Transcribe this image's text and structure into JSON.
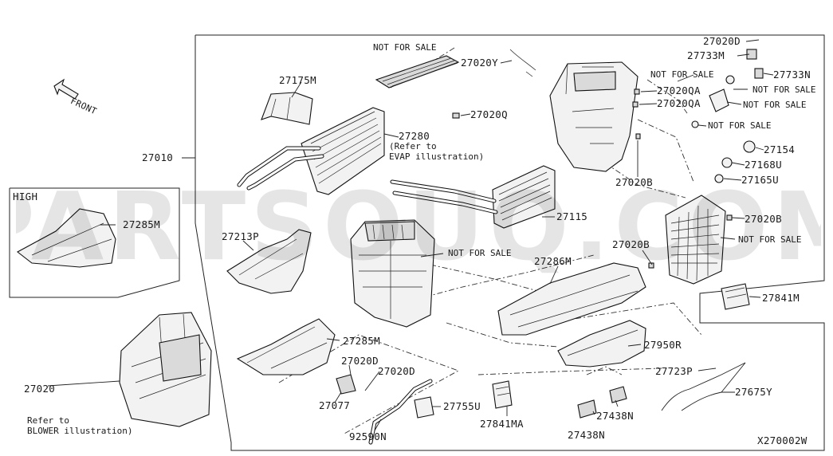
{
  "diagram": {
    "code": "X270002W",
    "front_label": "FRONT",
    "high_label": "HIGH",
    "watermark": "PARTSOUQ.COM",
    "parts": [
      {
        "id": "p27020D_top",
        "text": "27020D"
      },
      {
        "id": "p27733M",
        "text": "27733M"
      },
      {
        "id": "p27733N",
        "text": "27733N"
      },
      {
        "id": "p27020Y",
        "text": "27020Y"
      },
      {
        "id": "p27175M",
        "text": "27175M"
      },
      {
        "id": "p27020QA_1",
        "text": "27020QA"
      },
      {
        "id": "p27020QA_2",
        "text": "27020QA"
      },
      {
        "id": "p27020Q",
        "text": "27020Q"
      },
      {
        "id": "p27280",
        "text": "27280"
      },
      {
        "id": "p27010",
        "text": "27010"
      },
      {
        "id": "p27154",
        "text": "27154"
      },
      {
        "id": "p27168U",
        "text": "27168U"
      },
      {
        "id": "p27165U",
        "text": "27165U"
      },
      {
        "id": "p27020B_1",
        "text": "27020B"
      },
      {
        "id": "p27020B_2",
        "text": "27020B"
      },
      {
        "id": "p27020B_3",
        "text": "27020B"
      },
      {
        "id": "p27285M_high",
        "text": "27285M"
      },
      {
        "id": "p27115",
        "text": "27115"
      },
      {
        "id": "p27213P",
        "text": "27213P"
      },
      {
        "id": "p27286M",
        "text": "27286M"
      },
      {
        "id": "p27841M",
        "text": "27841M"
      },
      {
        "id": "p27285M",
        "text": "27285M"
      },
      {
        "id": "p27020D",
        "text": "27020D"
      },
      {
        "id": "p27020D_2",
        "text": "27020D"
      },
      {
        "id": "p27950R",
        "text": "27950R"
      },
      {
        "id": "p27723P",
        "text": "27723P"
      },
      {
        "id": "p27675Y",
        "text": "27675Y"
      },
      {
        "id": "p27077",
        "text": "27077"
      },
      {
        "id": "p27755U",
        "text": "27755U"
      },
      {
        "id": "p27841MA",
        "text": "27841MA"
      },
      {
        "id": "p27438N_1",
        "text": "27438N"
      },
      {
        "id": "p27438N_2",
        "text": "27438N"
      },
      {
        "id": "p92590N",
        "text": "92590N"
      },
      {
        "id": "p27020",
        "text": "27020"
      }
    ],
    "notes": [
      {
        "id": "nfs_top",
        "text": "NOT FOR SALE"
      },
      {
        "id": "nfs_r1",
        "text": "NOT FOR SALE"
      },
      {
        "id": "nfs_r2",
        "text": "NOT FOR SALE"
      },
      {
        "id": "nfs_r3",
        "text": "NOT FOR SALE"
      },
      {
        "id": "nfs_r4",
        "text": "NOT FOR SALE"
      },
      {
        "id": "nfs_center",
        "text": "NOT FOR SALE"
      },
      {
        "id": "nfs_r5",
        "text": "NOT FOR SALE"
      }
    ],
    "refer_evap": [
      "(Refer to",
      "EVAP illustration)"
    ],
    "refer_blower": [
      "Refer to",
      "BLOWER illustration)"
    ]
  }
}
